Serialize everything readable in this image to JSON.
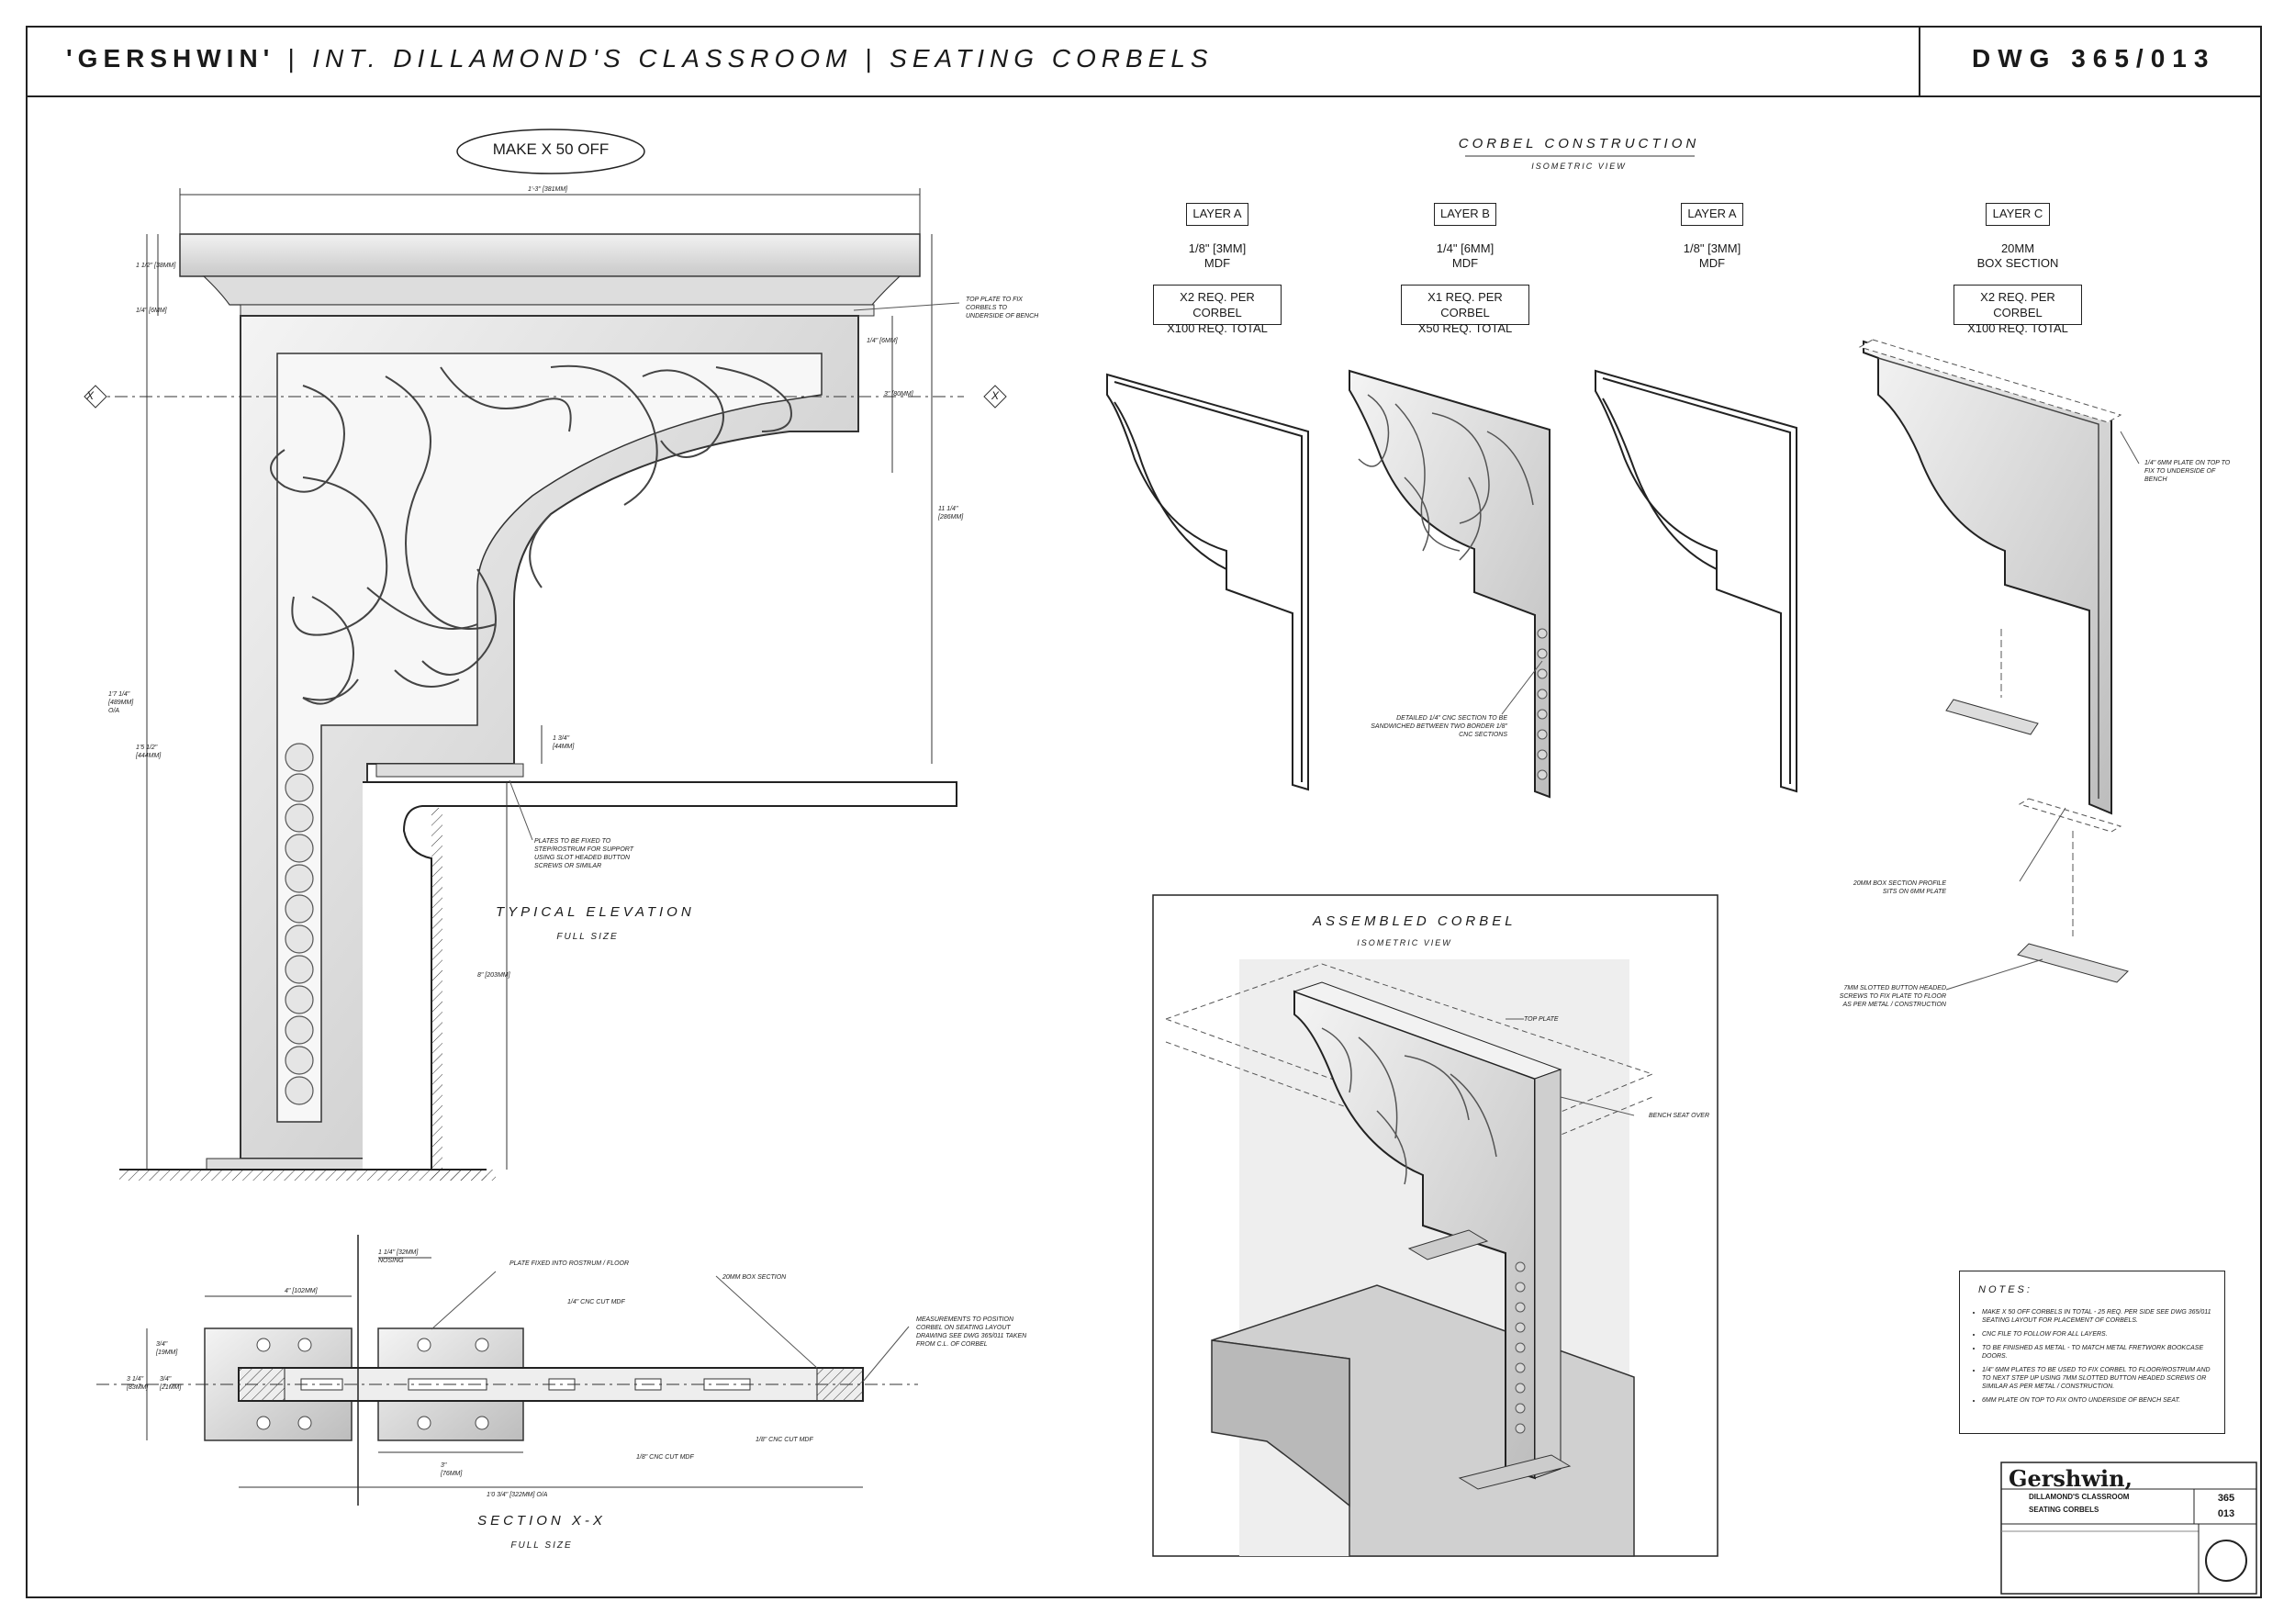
{
  "header": {
    "show": "'GERSHWIN'",
    "title_rest": " | INT. DILLAMOND'S CLASSROOM | SEATING CORBELS",
    "drawing_number": "DWG 365/013"
  },
  "elevation": {
    "make_label": "MAKE X 50 OFF",
    "caption": "TYPICAL ELEVATION",
    "scale": "FULL SIZE",
    "section_marker": "X",
    "dims": {
      "top_width": "1'-3\" [381MM]",
      "top_thickness": "1 1/2\" [38MM]",
      "plate_thickness": "1/4\" [6MM]",
      "plate_depth": "1/4\" [6MM]",
      "upper_height": "3\" [80MM]",
      "arm_height": "11 1/4\" [286MM]",
      "overall_height": "1'7 1/4\" [489MM] O/A",
      "lower_height": "1'5 1/2\" [444MM]",
      "step": "1 3/4\" [44MM]",
      "rostrum": "8\" [203MM]"
    },
    "notes": {
      "top_plate": "TOP PLATE TO FIX CORBELS TO UNDERSIDE OF BENCH",
      "plates_fixed": "PLATES TO BE FIXED TO STEP/ROSTRUM FOR SUPPORT USING SLOT HEADED BUTTON SCREWS OR SIMILAR"
    }
  },
  "section": {
    "caption": "SECTION X-X",
    "scale": "FULL SIZE",
    "dims": {
      "plate_width": "4\" [102MM]",
      "nosing": "1 1/4\" [32MM] NOSING",
      "half_a": "3/4\" [19MM]",
      "mid": "3 1/4\" [83MM]",
      "mid2": "3/4\" [21MM]",
      "gap": "3\" [76MM]",
      "overall": "1'0 3/4\" [322MM] O/A"
    },
    "notes": {
      "plate_fixed": "PLATE FIXED INTO ROSTRUM / FLOOR",
      "box": "20MM BOX SECTION",
      "cnc1": "1/4\" CNC CUT MDF",
      "cnc2": "1/8\" CNC CUT MDF",
      "cnc3": "1/8\" CNC CUT MDF",
      "measure": "MEASUREMENTS TO POSITION CORBEL ON SEATING LAYOUT DRAWING SEE DWG 365/011 TAKEN FROM C.L. OF CORBEL"
    }
  },
  "construction": {
    "caption": "CORBEL CONSTRUCTION",
    "view": "ISOMETRIC VIEW",
    "layers": [
      {
        "name": "LAYER A",
        "spec": "1/8\" [3MM]",
        "material": "MDF",
        "req1": "X2 REQ. PER CORBEL",
        "req2": "X100 REQ. TOTAL"
      },
      {
        "name": "LAYER B",
        "spec": "1/4\" [6MM]",
        "material": "MDF",
        "req1": "X1 REQ. PER CORBEL",
        "req2": "X50 REQ. TOTAL"
      },
      {
        "name": "LAYER A",
        "spec": "1/8\" [3MM]",
        "material": "MDF",
        "req1": "",
        "req2": ""
      },
      {
        "name": "LAYER C",
        "spec": "20MM",
        "material": "BOX SECTION",
        "req1": "X2 REQ. PER CORBEL",
        "req2": "X100 REQ. TOTAL"
      }
    ],
    "notes": {
      "detailed": "DETAILED 1/4\" CNC SECTION TO BE SANDWICHED BETWEEN TWO BORDER 1/8\" CNC SECTIONS",
      "plate": "1/4\" 6MM PLATE ON TOP TO FIX TO UNDERSIDE OF BENCH",
      "box_profile": "20MM BOX SECTION PROFILE SITS ON 6MM PLATE",
      "screws": "7MM SLOTTED BUTTON HEADED SCREWS TO FIX PLATE TO FLOOR AS PER METAL / CONSTRUCTION"
    }
  },
  "assembled": {
    "caption": "ASSEMBLED CORBEL",
    "view": "ISOMETRIC VIEW",
    "top_plate": "TOP PLATE",
    "bench": "BENCH SEAT OVER"
  },
  "notes_panel": {
    "heading": "NOTES:",
    "items": [
      "MAKE X 50 OFF CORBELS IN TOTAL - 25 REQ. PER SIDE SEE DWG 365/011 SEATING LAYOUT FOR PLACEMENT OF CORBELS.",
      "CNC FILE TO FOLLOW FOR ALL LAYERS.",
      "TO BE FINISHED AS METAL - TO MATCH METAL FRETWORK BOOKCASE DOORS.",
      "1/4\" 6MM PLATES TO BE USED TO FIX CORBEL TO FLOOR/ROSTRUM AND TO NEXT STEP UP USING 7MM SLOTTED BUTTON HEADED SCREWS OR SIMILAR AS PER METAL / CONSTRUCTION.",
      "6MM PLATE ON TOP TO FIX ONTO UNDERSIDE OF BENCH SEAT."
    ]
  },
  "title_block": {
    "logo": "Gershwin,",
    "set": "DILLAMOND'S CLASSROOM",
    "detail": "SEATING CORBELS",
    "set_no": "365",
    "drawing_no": "013"
  }
}
